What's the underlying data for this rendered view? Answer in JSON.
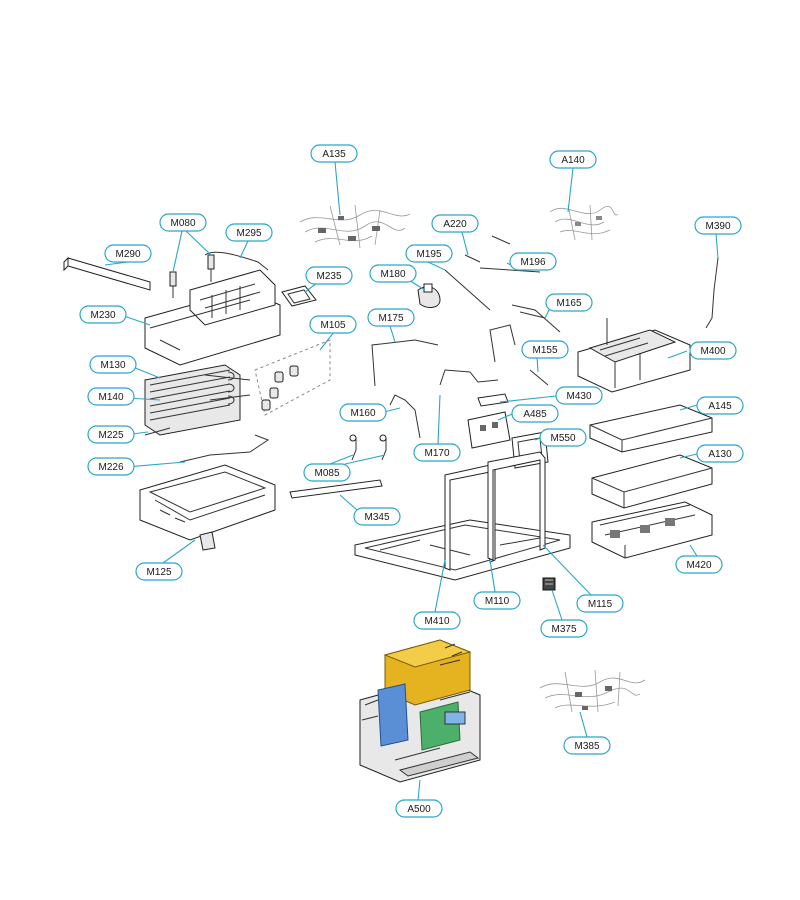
{
  "colors": {
    "callout": "#2aa6c9",
    "line_art": "#222222",
    "module_yellow": "#e6b320",
    "module_blue": "#5a8fd6",
    "module_green": "#4caf6a"
  },
  "callouts": [
    "A135",
    "A140",
    "M080",
    "M295",
    "M290",
    "A220",
    "M390",
    "M195",
    "M196",
    "M180",
    "M235",
    "M165",
    "M230",
    "M105",
    "M175",
    "M400",
    "M155",
    "M130",
    "M140",
    "M430",
    "A145",
    "M160",
    "A485",
    "M225",
    "M550",
    "A130",
    "M170",
    "M226",
    "M085",
    "M345",
    "M125",
    "M420",
    "M410",
    "M110",
    "M115",
    "M375",
    "M385",
    "A500"
  ]
}
